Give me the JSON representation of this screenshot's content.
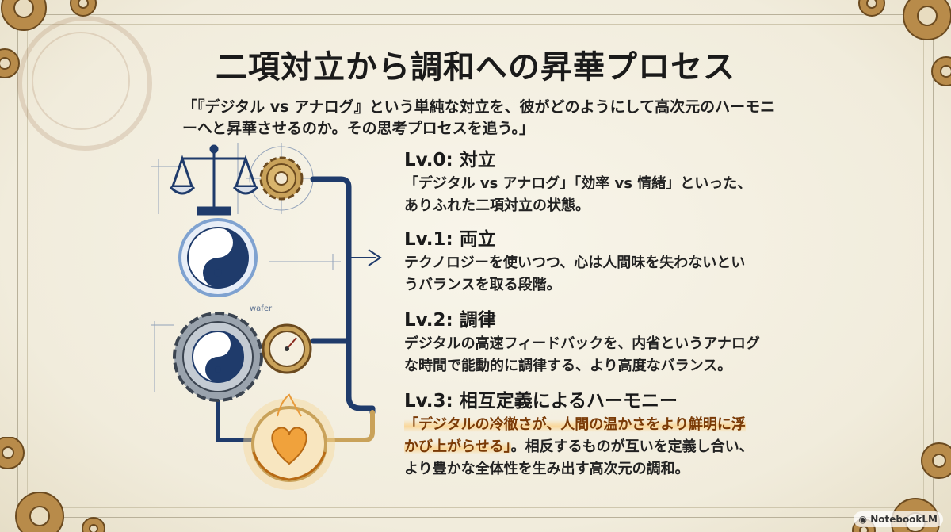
{
  "slide": {
    "title": "二項対立から調和への昇華プロセス",
    "subtitle": "「『デジタル vs アナログ』という単純な対立を、彼がどのようにして高次元のハーモニーへと昇華させるのか。その思考プロセスを追う。」"
  },
  "levels": [
    {
      "title": "Lv.0: 対立",
      "desc": "「デジタル vs アナログ」「効率 vs 情緒」といった、\nありふれた二項対立の状態。"
    },
    {
      "title": "Lv.1: 両立",
      "desc": "テクノロジーを使いつつ、心は人間味を失わないとい\nうバランスを取る段階。"
    },
    {
      "title": "Lv.2: 調律",
      "desc": "デジタルの高速フィードバックを、内省というアナログ\nな時間で能動的に調律する、より高度なバランス。"
    },
    {
      "title": "Lv.3: 相互定義によるハーモニー",
      "desc_highlight": "「デジタルの冷徹さが、人間の温かさをより鮮明に浮\nかび上がらせる」",
      "desc_rest": "。相反するものが互いを定義し合い、\nより豊かな全体性を生み出す高次元の調和。"
    }
  ],
  "illustrations": {
    "icons": [
      "balance-scale-icon",
      "gear-icon",
      "yin-yang-icon",
      "yin-yang-gear-icon",
      "pressure-gauge-icon",
      "heart-hands-icon",
      "arrow-right-icon"
    ],
    "sketch_label": "wafer"
  },
  "badge": {
    "label": "NotebookLM"
  },
  "colors": {
    "pipe": "#1f3b6b",
    "gold": "#c9a25a",
    "highlight": "#f4b860",
    "text": "#1c1c1c"
  }
}
